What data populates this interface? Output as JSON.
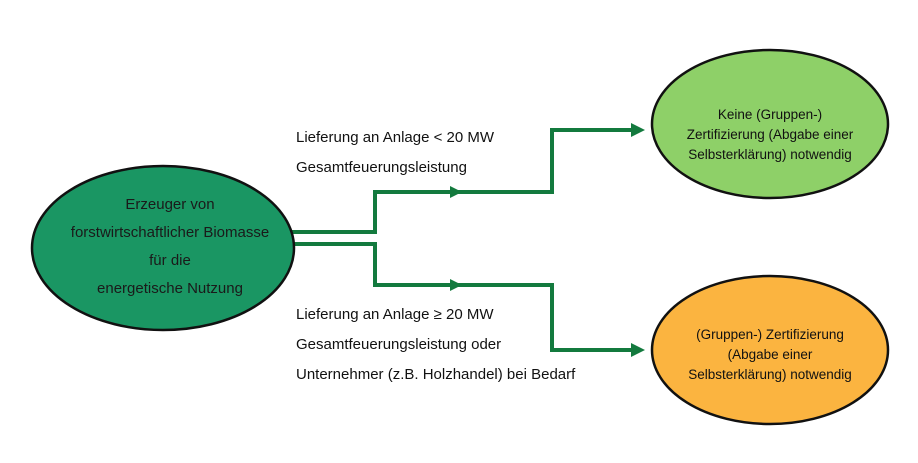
{
  "colors": {
    "source_fill": "#1a9663",
    "target1_fill": "#8ed068",
    "target2_fill": "#fbb440",
    "arrow": "#137a3e",
    "outline": "#111111"
  },
  "source": {
    "lines": [
      "Erzeuger von",
      "forstwirtschaftlicher Biomasse",
      "für die",
      "energetische Nutzung"
    ]
  },
  "target_small": {
    "lines": [
      "Keine (Gruppen-)",
      "Zertifizierung (Abgabe einer",
      "Selbsterklärung) notwendig"
    ]
  },
  "target_large": {
    "lines": [
      "(Gruppen-) Zertifizierung",
      "(Abgabe einer",
      "Selbsterklärung) notwendig"
    ]
  },
  "label_small": {
    "line1": "Lieferung an Anlage < 20 MW",
    "line2": "Gesamtfeuerungsleistung"
  },
  "label_large": {
    "line1": "Lieferung an Anlage ≥ 20 MW",
    "line2": "Gesamtfeuerungsleistung oder",
    "line3": "Unternehmer (z.B. Holzhandel) bei Bedarf"
  }
}
